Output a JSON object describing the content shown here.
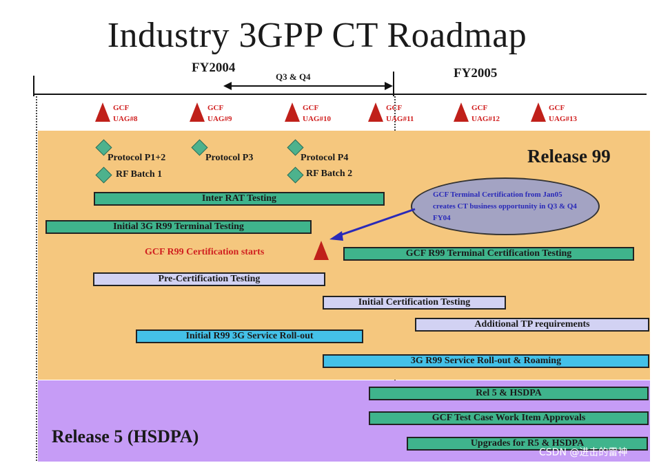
{
  "title": "Industry 3GPP CT Roadmap",
  "fy2004": "FY2004",
  "fy2005": "FY2005",
  "q3q4": "Q3 & Q4",
  "meetings": [
    {
      "line1": "GCF",
      "line2": "UAG#8"
    },
    {
      "line1": "GCF",
      "line2": "UAG#9"
    },
    {
      "line1": "GCF",
      "line2": "UAG#10"
    },
    {
      "line1": "GCF",
      "line2": "UAG#11"
    },
    {
      "line1": "GCF",
      "line2": "UAG#12"
    },
    {
      "line1": "GCF",
      "line2": "UAG#13"
    }
  ],
  "milestones": {
    "p12": "Protocol P1+2",
    "p3": "Protocol P3",
    "p4": "Protocol P4",
    "rf1": "RF Batch 1",
    "rf2": "RF Batch 2"
  },
  "release99": "Release 99",
  "release5": "Release 5 (HSDPA)",
  "note": "GCF Terminal Certification from Jan05 creates CT business opportunity in Q3 & Q4 FY04",
  "r99_start": "GCF R99 Certification starts",
  "bars": {
    "inter_rat": "Inter RAT Testing",
    "initial_3g": "Initial 3G R99 Terminal Testing",
    "gcf_cert": "GCF R99 Terminal Certification Testing",
    "pre_cert": "Pre-Certification Testing",
    "initial_cert": "Initial Certification Testing",
    "additional_tp": "Additional TP requirements",
    "initial_rollout": "Initial R99 3G Service Roll-out",
    "rollout_roaming": "3G R99 Service Roll-out & Roaming",
    "rel5_hsdpa": "Rel 5 & HSDPA",
    "gcf_test_case": "GCF Test Case Work Item Approvals",
    "upgrades": "Upgrades for R5 & HSDPA"
  },
  "watermark": "CSDN @进击的雷神",
  "colors": {
    "r99_band": "#f5c77e",
    "r5_band": "#c69cf6",
    "green_bar": "#3fb48c",
    "lavender_bar": "#d2d2f3",
    "blue_bar": "#44c1e8",
    "meeting_red": "#c0201a",
    "note_fill": "#a3a3c3",
    "note_text": "#2a2ab8"
  }
}
